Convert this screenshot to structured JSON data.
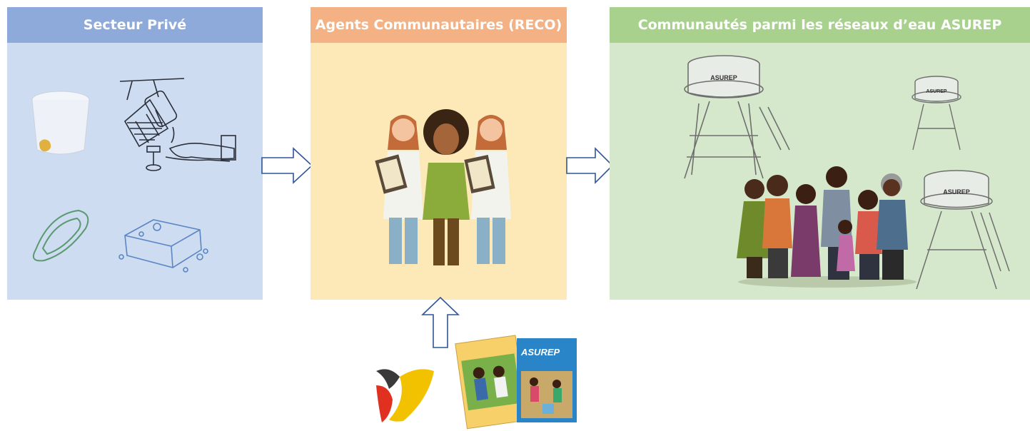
{
  "panels": {
    "private_sector": {
      "title": "Secteur Privé"
    },
    "community_agents": {
      "title": "Agents Communautaires (RECO)"
    },
    "communities": {
      "title": "Communautés parmi les réseaux d’eau ASUREP"
    }
  },
  "tower_label": "ASUREP",
  "booklet": {
    "cover_title": "ASUREP"
  },
  "colors": {
    "blue_header": "#8eaadb",
    "blue_body": "#cddcf0",
    "orange_header": "#f4b183",
    "yellow_body": "#fde9b8",
    "green_header": "#a9d18e",
    "green_body": "#d6e8cc",
    "arrow_stroke": "#2f5597"
  },
  "icons": [
    "bucket-icon",
    "tippy-tap-handwash-icon",
    "sanitary-pad-icon",
    "soap-bar-icon",
    "health-worker-icon",
    "community-woman-icon",
    "water-tower-icon",
    "family-icon",
    "partner-logo-icon",
    "booklet-icon"
  ]
}
